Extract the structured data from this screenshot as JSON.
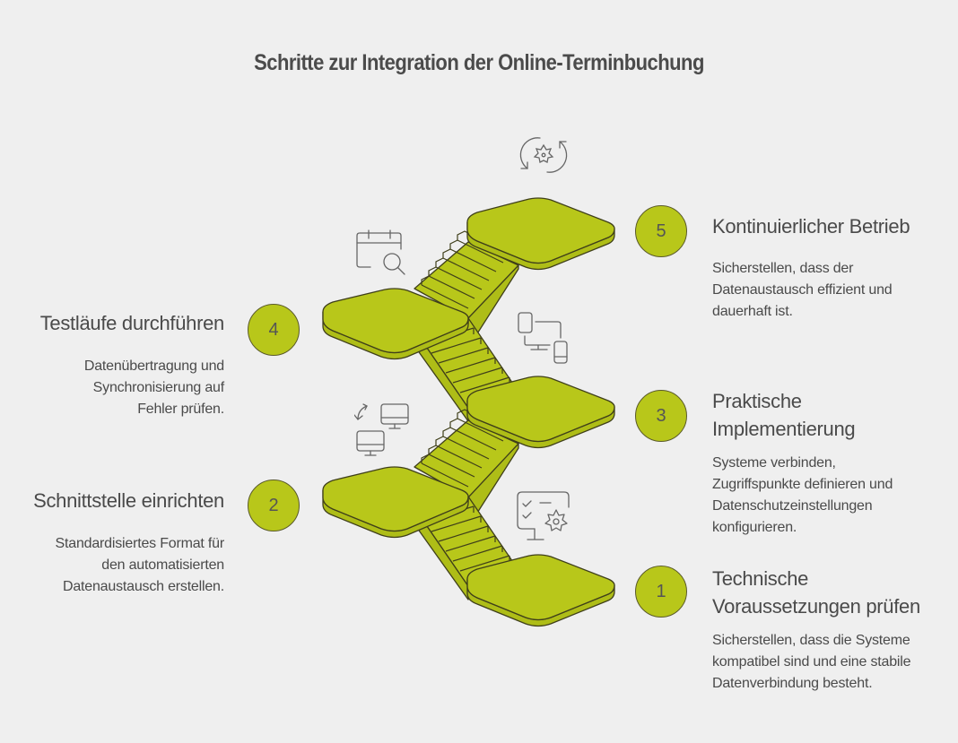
{
  "title": "Schritte zur Integration der Online-Terminbuchung",
  "colors": {
    "background": "#efefef",
    "accent": "#b8c71a",
    "outline": "#3f3f1a",
    "text": "#4a4a4a",
    "icon": "#666666"
  },
  "steps": [
    {
      "number": "1",
      "title_lines": [
        "Technische",
        "Voraussetzungen prüfen"
      ],
      "description_lines": [
        "Sicherstellen, dass die Systeme",
        "kompatibel sind und eine stabile",
        "Datenverbindung besteht."
      ],
      "icon": "monitor-checklist-gear-icon",
      "side": "right"
    },
    {
      "number": "2",
      "title_lines": [
        "Schnittstelle einrichten"
      ],
      "description_lines": [
        "Standardisiertes Format für",
        "den automatisierten",
        "Datenaustausch erstellen."
      ],
      "icon": "monitors-sync-icon",
      "side": "left"
    },
    {
      "number": "3",
      "title_lines": [
        "Praktische",
        "Implementierung"
      ],
      "description_lines": [
        "Systeme verbinden,",
        "Zugriffspunkte definieren und",
        "Datenschutzeinstellungen",
        "konfigurieren."
      ],
      "icon": "devices-connected-icon",
      "side": "right"
    },
    {
      "number": "4",
      "title_lines": [
        "Testläufe durchführen"
      ],
      "description_lines": [
        "Datenübertragung und",
        "Synchronisierung auf",
        "Fehler prüfen."
      ],
      "icon": "calendar-search-icon",
      "side": "left"
    },
    {
      "number": "5",
      "title_lines": [
        "Kontinuierlicher Betrieb"
      ],
      "description_lines": [
        "Sicherstellen, dass der",
        "Datenaustausch effizient und",
        "dauerhaft ist."
      ],
      "icon": "gear-refresh-icon",
      "side": "right"
    }
  ]
}
